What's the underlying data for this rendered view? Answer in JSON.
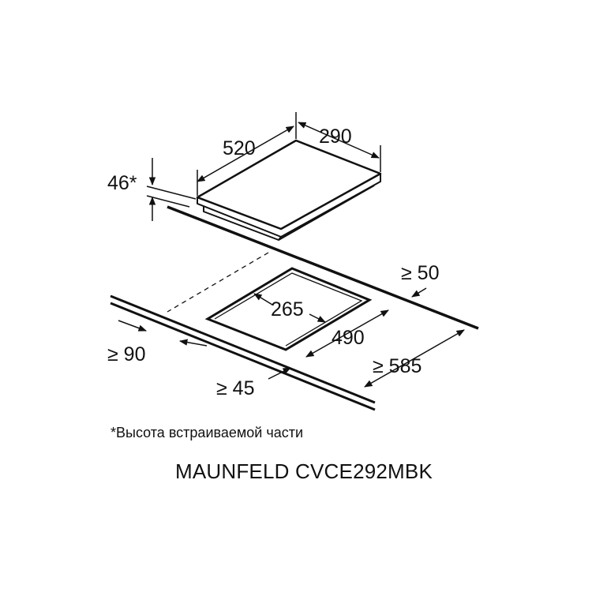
{
  "diagram": {
    "dimensions": {
      "hob_depth": "520",
      "hob_width": "290",
      "hob_height": "46*",
      "clearance_back": "≥ 50",
      "cutout_width": "265",
      "cutout_depth": "490",
      "clearance_side": "≥ 90",
      "worktop_depth": "≥ 585",
      "clearance_front": "≥ 45"
    },
    "footnote": "*Высота встраиваемой части",
    "model": "MAUNFELD CVCE292MBK"
  },
  "colors": {
    "line": "#111111",
    "background": "#ffffff"
  }
}
